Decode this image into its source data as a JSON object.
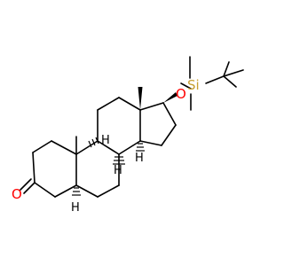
{
  "molecule": {
    "atoms": {
      "oxygen_ketone": "O",
      "oxygen_ether": "O",
      "silicon": "Si",
      "h_8": "H",
      "h_9": "H",
      "h_14": "H",
      "h_5": "H"
    },
    "colors": {
      "bond": "#000000",
      "oxygen": "#ff0000",
      "silicon": "#c8a032",
      "hydrogen": "#000000"
    }
  }
}
